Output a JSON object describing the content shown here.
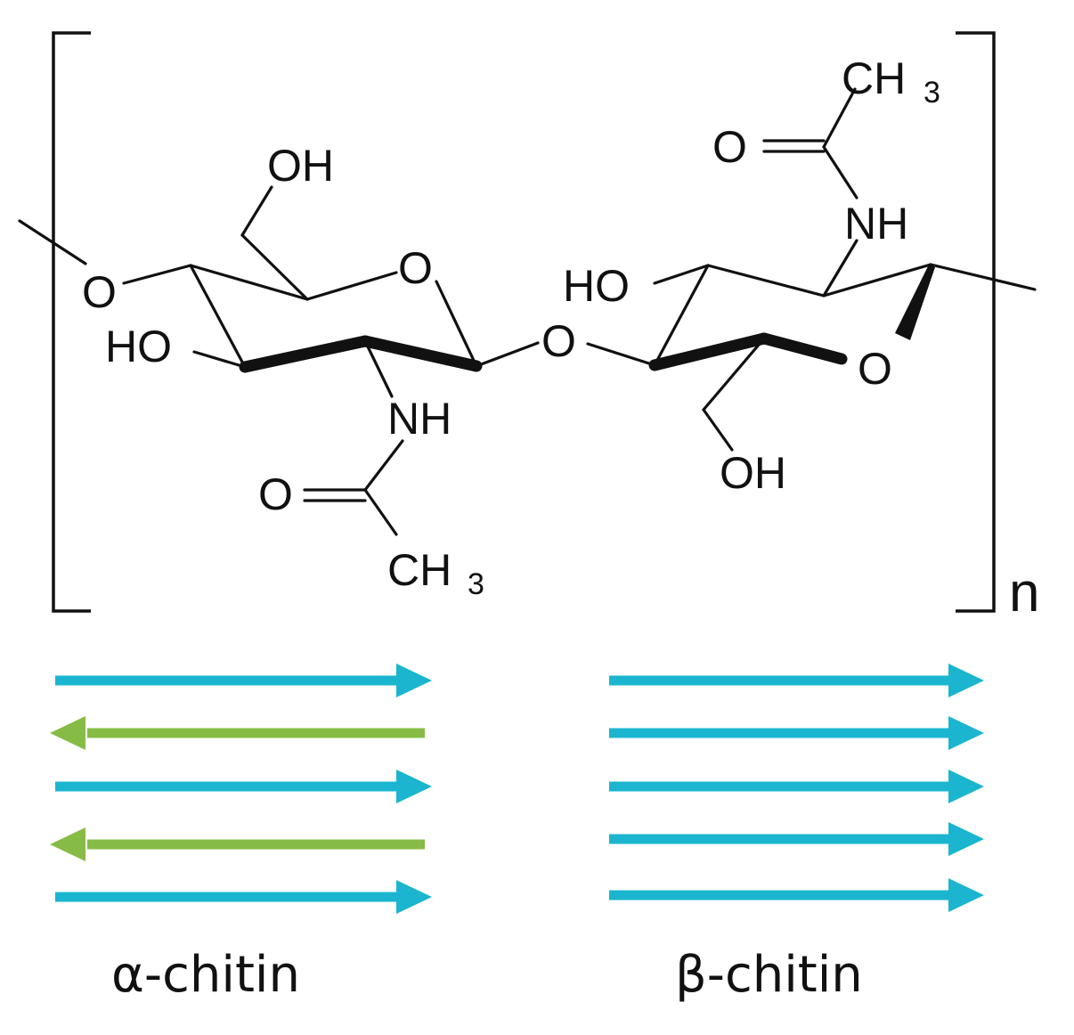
{
  "structure": {
    "left_unit": {
      "ring_oxygen": "O",
      "linkage_oxygen": "O",
      "hydroxymethyl": "OH",
      "hydroxyl": "HO",
      "amide_nh": "NH",
      "carbonyl_o": "O",
      "methyl": "CH",
      "methyl_subscript": "3"
    },
    "bridge_oxygen": "O",
    "right_unit": {
      "ring_oxygen": "O",
      "hydroxymethyl": "OH",
      "hydroxyl": "HO",
      "amide_nh": "NH",
      "carbonyl_o": "O",
      "methyl": "CH",
      "methyl_subscript": "3"
    },
    "repeat_label": "n"
  },
  "arrangements": [
    {
      "label": "α-chitin",
      "chains": [
        {
          "direction": "right",
          "color": "#1bb5cf"
        },
        {
          "direction": "left",
          "color": "#86bc45"
        },
        {
          "direction": "right",
          "color": "#1bb5cf"
        },
        {
          "direction": "left",
          "color": "#86bc45"
        },
        {
          "direction": "right",
          "color": "#1bb5cf"
        }
      ]
    },
    {
      "label": "β-chitin",
      "chains": [
        {
          "direction": "right",
          "color": "#1bb5cf"
        },
        {
          "direction": "right",
          "color": "#1bb5cf"
        },
        {
          "direction": "right",
          "color": "#1bb5cf"
        },
        {
          "direction": "right",
          "color": "#1bb5cf"
        },
        {
          "direction": "right",
          "color": "#1bb5cf"
        }
      ]
    }
  ]
}
